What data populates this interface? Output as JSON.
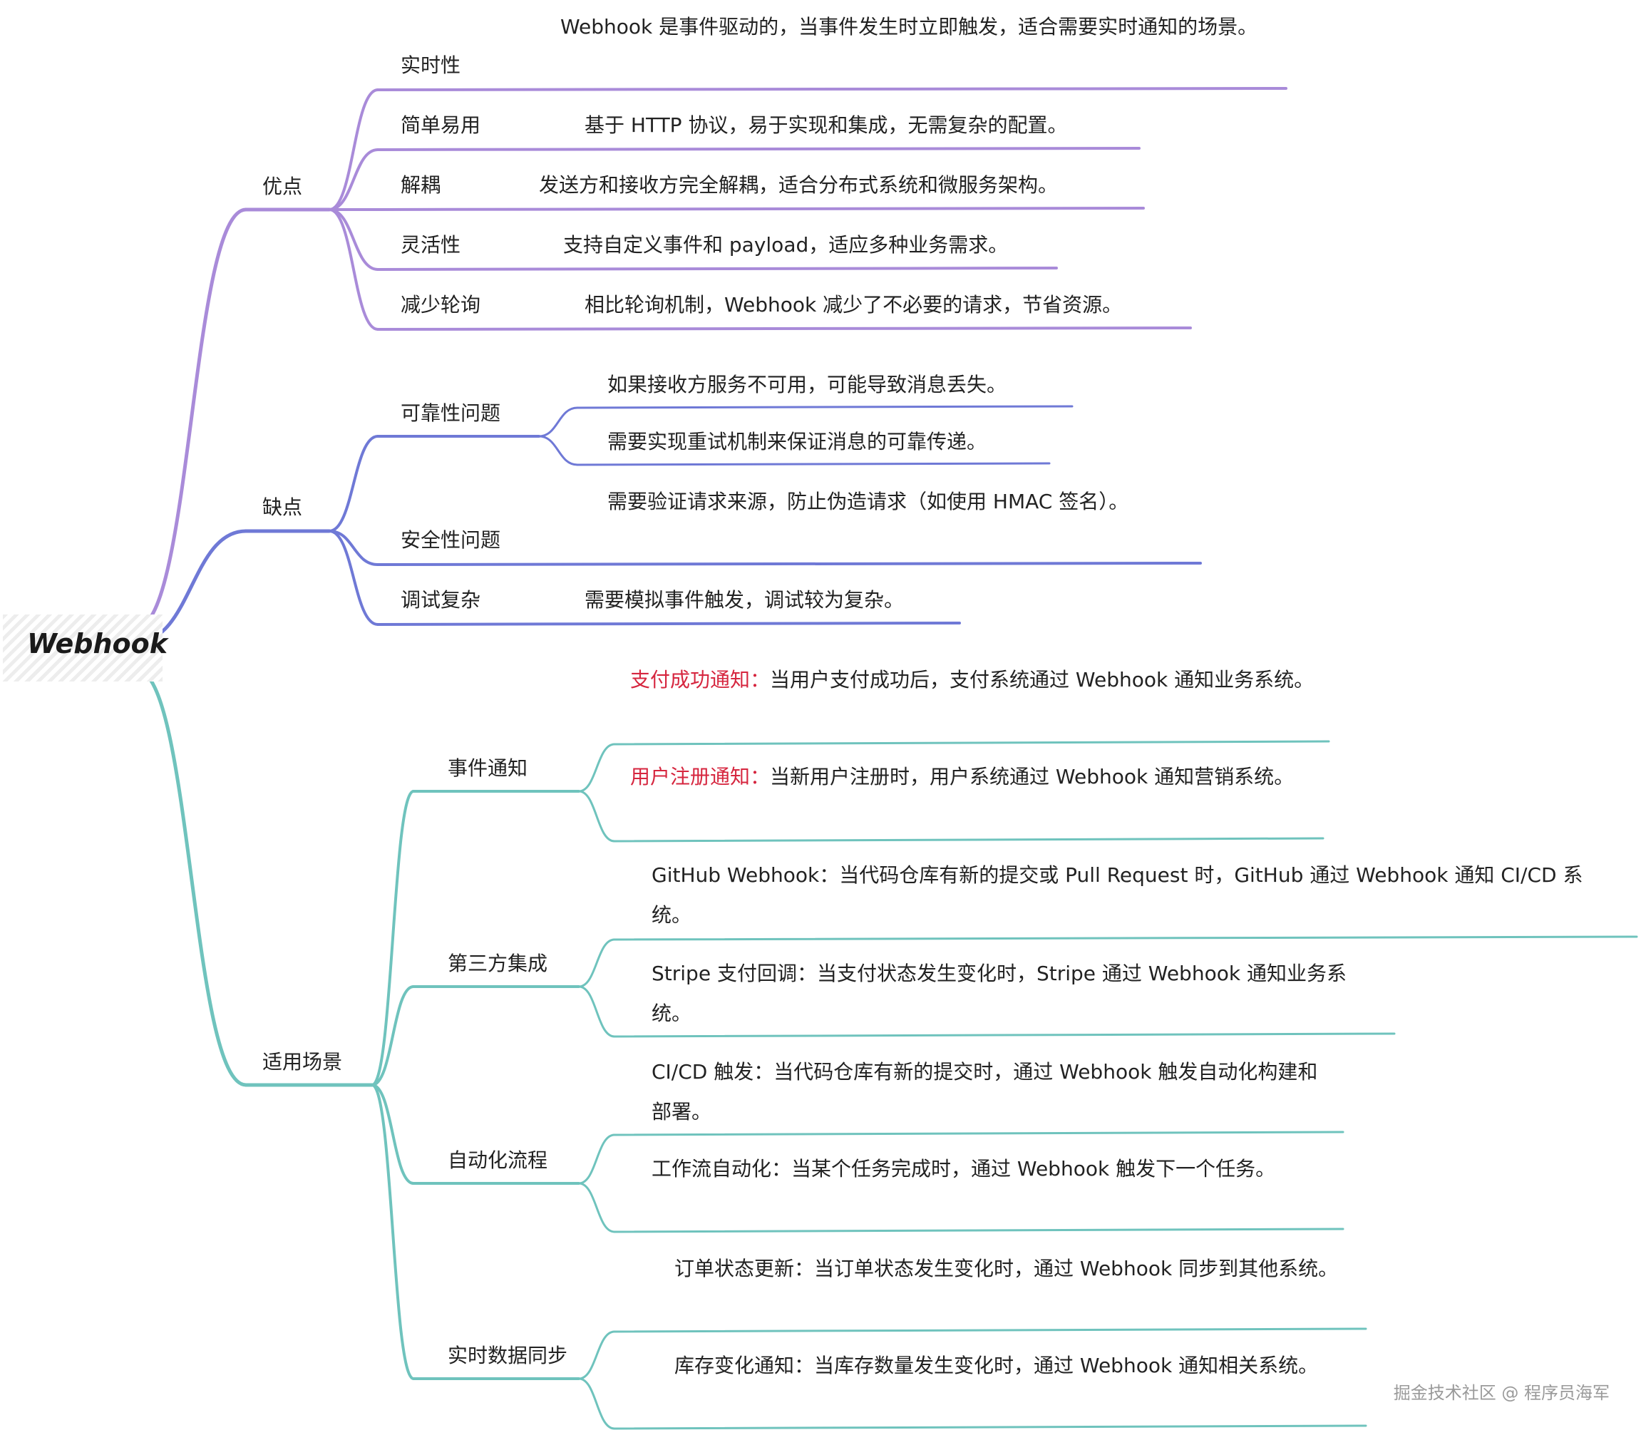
{
  "root": "Webhook",
  "colors": {
    "advantages": "#a98bd9",
    "disadvantages": "#6f79d6",
    "scenarios": "#6fc3bd",
    "highlight": "#d6263f"
  },
  "branches": [
    {
      "label": "优点",
      "items": [
        {
          "label": "实时性",
          "leaves": [
            {
              "text": "Webhook 是事件驱动的，当事件发生时立即触发，适合需要实时通知的场景。"
            }
          ]
        },
        {
          "label": "简单易用",
          "leaves": [
            {
              "text": "基于 HTTP 协议，易于实现和集成，无需复杂的配置。"
            }
          ]
        },
        {
          "label": "解耦",
          "leaves": [
            {
              "text": "发送方和接收方完全解耦，适合分布式系统和微服务架构。"
            }
          ]
        },
        {
          "label": "灵活性",
          "leaves": [
            {
              "text": "支持自定义事件和 payload，适应多种业务需求。"
            }
          ]
        },
        {
          "label": "减少轮询",
          "leaves": [
            {
              "text": "相比轮询机制，Webhook 减少了不必要的请求，节省资源。"
            }
          ]
        }
      ]
    },
    {
      "label": "缺点",
      "items": [
        {
          "label": "可靠性问题",
          "leaves": [
            {
              "text": "如果接收方服务不可用，可能导致消息丢失。"
            },
            {
              "text": "需要实现重试机制来保证消息的可靠传递。"
            }
          ]
        },
        {
          "label": "安全性问题",
          "leaves": [
            {
              "text": "需要验证请求来源，防止伪造请求（如使用 HMAC 签名）。"
            }
          ]
        },
        {
          "label": "调试复杂",
          "leaves": [
            {
              "text": "需要模拟事件触发，调试较为复杂。"
            }
          ]
        }
      ]
    },
    {
      "label": "适用场景",
      "items": [
        {
          "label": "事件通知",
          "leaves": [
            {
              "label": "支付成功通知：",
              "text": "当用户支付成功后，支付系统通过 Webhook 通知业务系统。"
            },
            {
              "label": "用户注册通知：",
              "text": "当新用户注册时，用户系统通过 Webhook 通知营销系统。"
            }
          ]
        },
        {
          "label": "第三方集成",
          "leaves": [
            {
              "text": "GitHub Webhook：当代码仓库有新的提交或 Pull Request 时，GitHub 通过 Webhook 通知 CI/CD 系统。"
            },
            {
              "text": "Stripe 支付回调：当支付状态发生变化时，Stripe 通过 Webhook 通知业务系统。"
            }
          ]
        },
        {
          "label": "自动化流程",
          "leaves": [
            {
              "text": "CI/CD 触发：当代码仓库有新的提交时，通过 Webhook 触发自动化构建和部署。"
            },
            {
              "text": "工作流自动化：当某个任务完成时，通过 Webhook 触发下一个任务。"
            }
          ]
        },
        {
          "label": "实时数据同步",
          "leaves": [
            {
              "text": "订单状态更新：当订单状态发生变化时，通过 Webhook 同步到其他系统。"
            },
            {
              "text": "库存变化通知：当库存数量发生变化时，通过 Webhook 通知相关系统。"
            }
          ]
        }
      ]
    }
  ],
  "watermark": "掘金技术社区 @ 程序员海军"
}
